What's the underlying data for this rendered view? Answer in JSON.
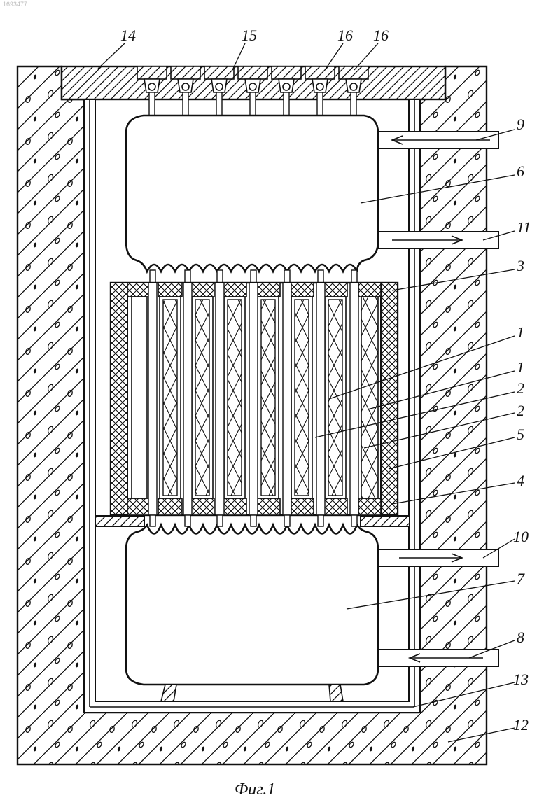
{
  "watermark": "1693477",
  "caption": "Фиг.1",
  "labels": {
    "l14": "14",
    "l15": "15",
    "l16a": "16",
    "l16b": "16",
    "l9": "9",
    "l6": "6",
    "l11": "11",
    "l3": "3",
    "l1a": "1",
    "l1b": "1",
    "l2a": "2",
    "l2b": "2",
    "l5": "5",
    "l4": "4",
    "l10": "10",
    "l7": "7",
    "l8": "8",
    "l13": "13",
    "l12": "12"
  },
  "colors": {
    "ink": "#111111",
    "paper": "#ffffff"
  }
}
